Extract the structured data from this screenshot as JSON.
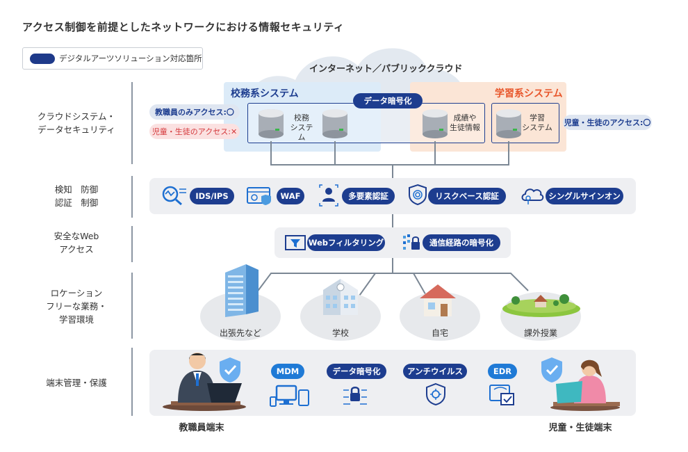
{
  "title": "アクセス制御を前提としたネットワークにおける情報セキュリティ",
  "legend": {
    "label": "デジタルアーツソリューション対応箇所"
  },
  "cloud": {
    "label": "インターネット／パブリッククラウド"
  },
  "rows": {
    "r1": [
      "クラウドシステム・",
      "データセキュリティ"
    ],
    "r2": [
      "検知　防御",
      "認証　制御"
    ],
    "r3": [
      "安全なWeb",
      "アクセス"
    ],
    "r4": [
      "ロケーション",
      "フリーな業務・",
      "学習環境"
    ],
    "r5": "端末管理・保護"
  },
  "school_system": {
    "title": "校務系システム",
    "access_teacher": "教職員のみアクセス:〇",
    "access_student": "児童・生徒のアクセス:✕",
    "db1_label": [
      "校務",
      "システム"
    ],
    "db2_label": [
      "成績や",
      "生徒情報"
    ]
  },
  "learning_system": {
    "title": "学習系システム",
    "db_label": [
      "学習",
      "システム"
    ],
    "access_student": "児童・生徒のアクセス:〇"
  },
  "data_encryption_pill": "データ暗号化",
  "security_features": [
    "IDS/IPS",
    "WAF",
    "多要素認証",
    "リスクベース認証",
    "シングルサインオン"
  ],
  "web_access": [
    "Webフィルタリング",
    "通信経路の暗号化"
  ],
  "locations": [
    "出張先など",
    "学校",
    "自宅",
    "課外授業"
  ],
  "endpoint": {
    "pills": [
      "MDM",
      "データ暗号化",
      "アンチウイルス",
      "EDR"
    ],
    "teacher_caption": "教職員端末",
    "student_caption": "児童・生徒端末"
  },
  "colors": {
    "navy": "#1d3d8f",
    "school_bg": "#dcebf8",
    "learning_bg": "#fbe5d6",
    "learning_title": "#e8552a",
    "school_title": "#1d3d8f",
    "band": "#eeeff2"
  }
}
